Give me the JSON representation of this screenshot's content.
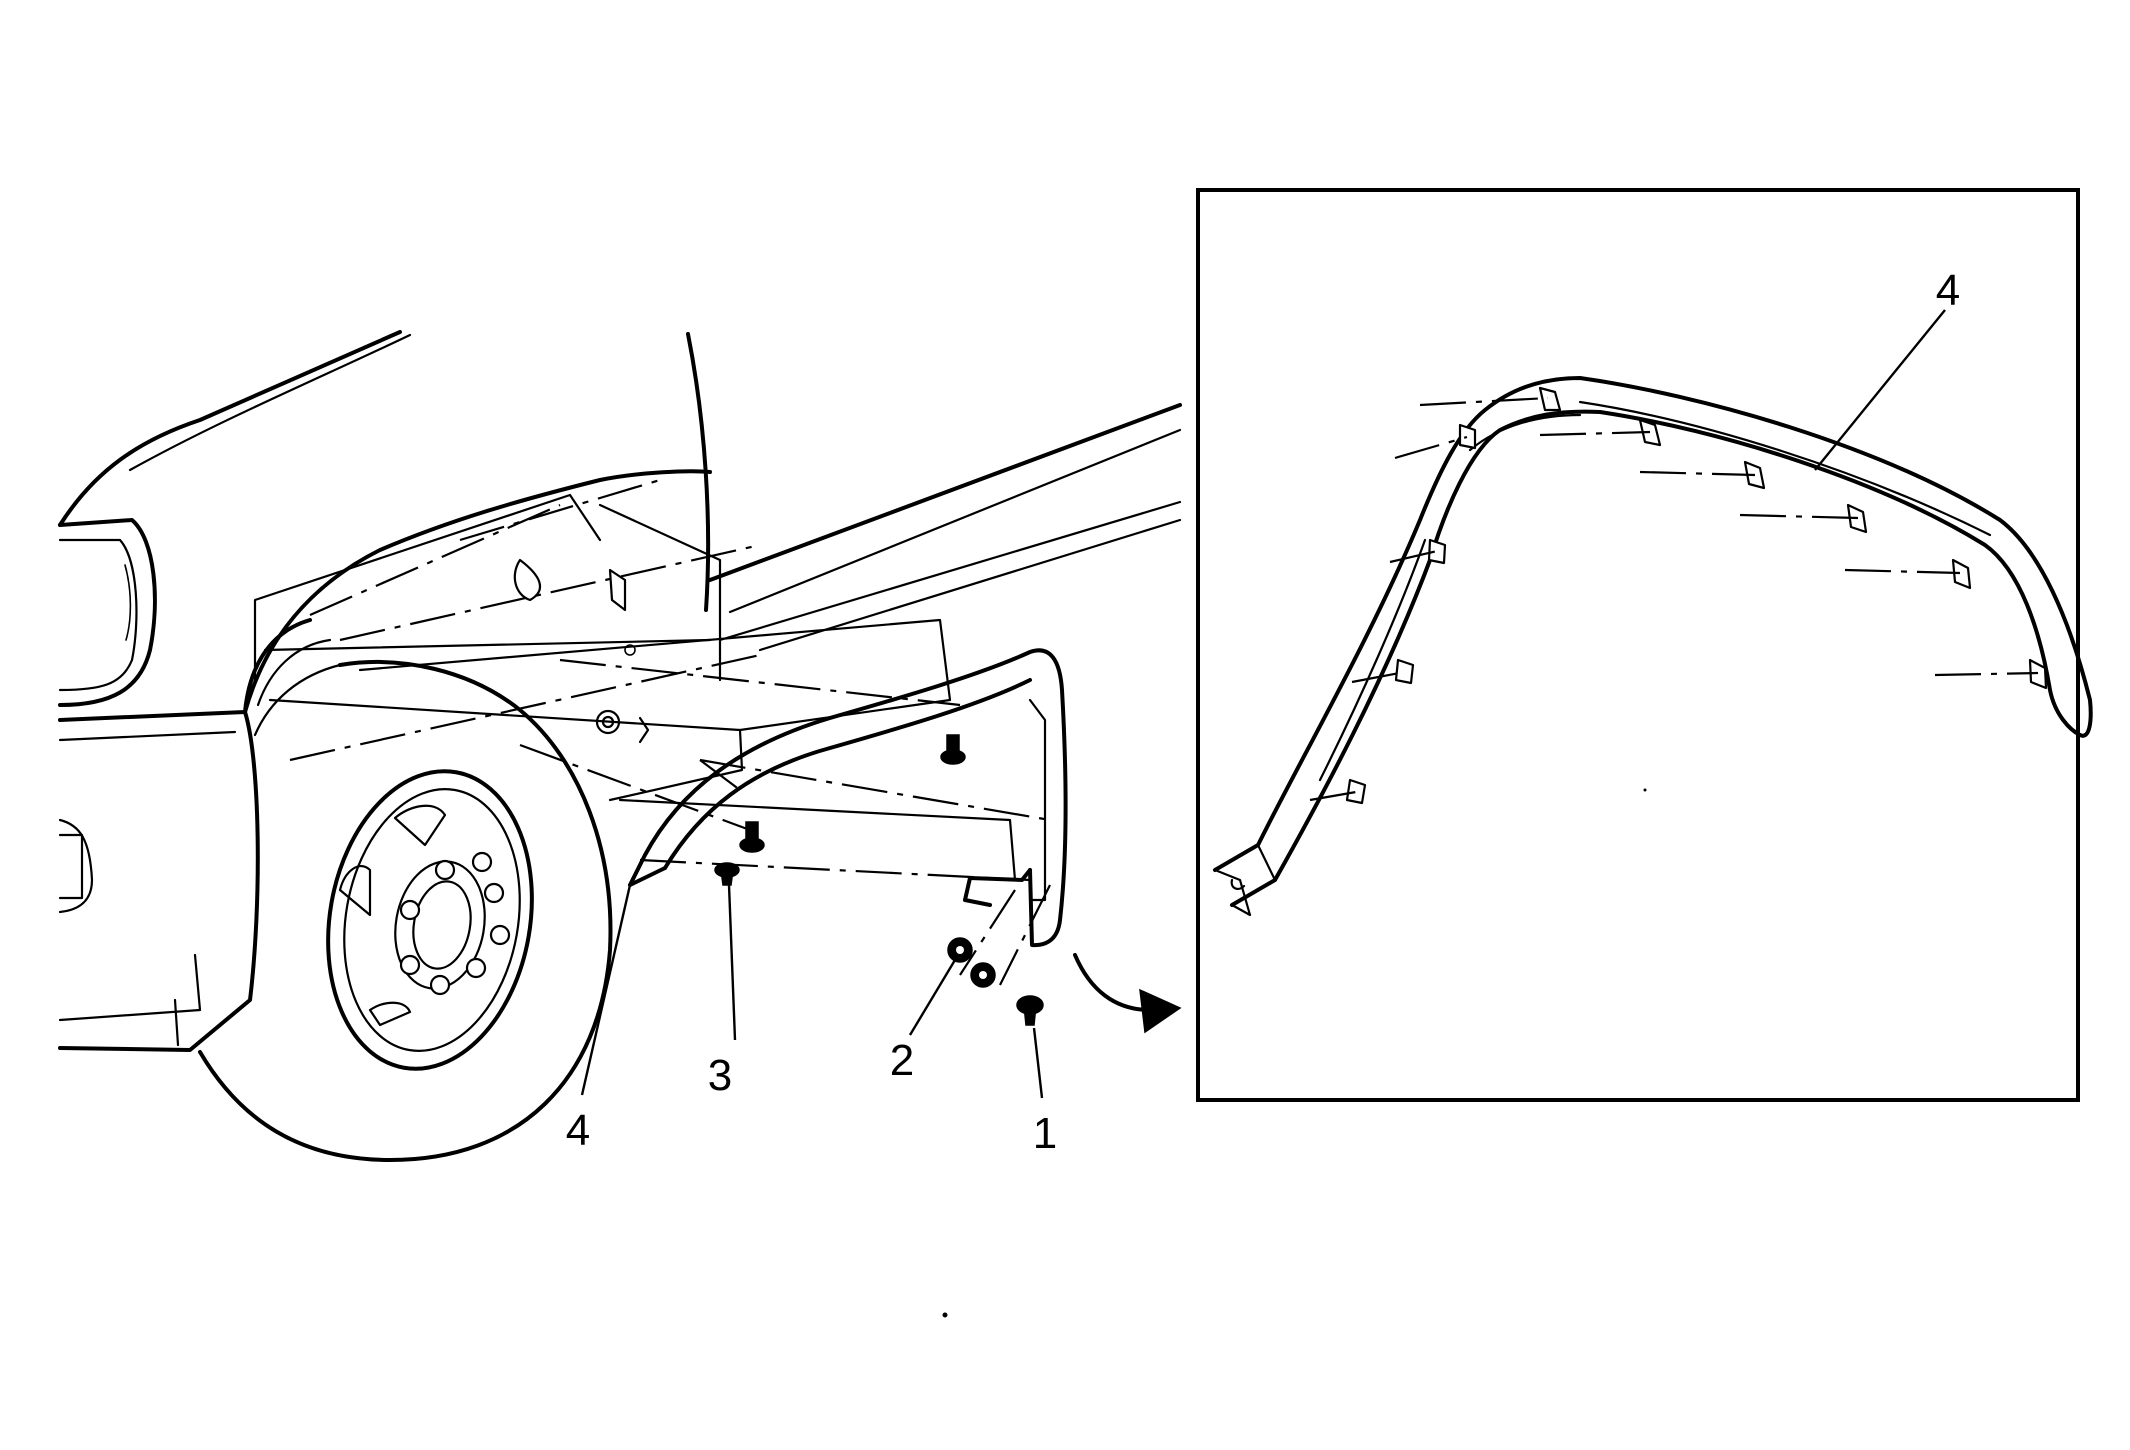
{
  "callouts": {
    "one": "1",
    "two": "2",
    "three": "3",
    "four_main": "4",
    "four_detail": "4"
  }
}
